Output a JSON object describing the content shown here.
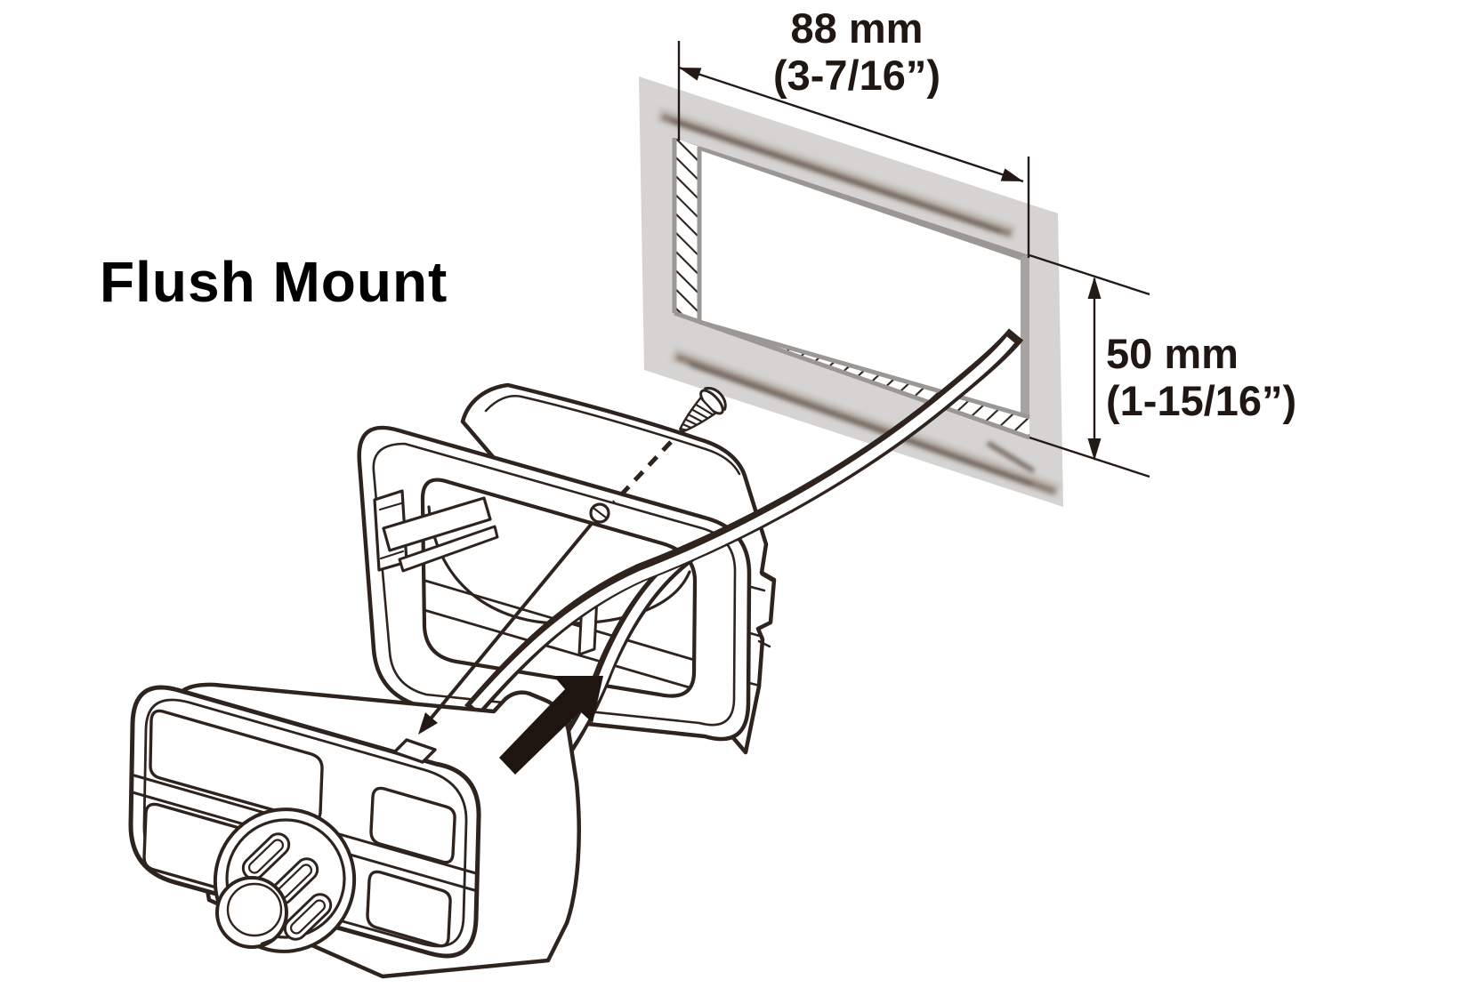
{
  "diagram": {
    "title": "Flush Mount",
    "cutout": {
      "width_metric": "88 mm",
      "width_imperial": "(3-7/16”)",
      "height_metric": "50 mm",
      "height_imperial": "(1-15/16”)"
    },
    "colors": {
      "line": "#2e231d",
      "panel_face": "#d5d4d3",
      "panel_cut_edge": "#9a9795",
      "smudge": "#8a7d72",
      "arrow_fill": "#1f1510",
      "background": "#ffffff"
    },
    "parts": [
      {
        "name": "panel-cutout",
        "label": ""
      },
      {
        "name": "mounting-sleeve",
        "label": ""
      },
      {
        "name": "head-unit",
        "label": ""
      },
      {
        "name": "tapping-screw",
        "label": ""
      },
      {
        "name": "wiring-cable",
        "label": ""
      },
      {
        "name": "insertion-arrow",
        "label": ""
      }
    ]
  }
}
